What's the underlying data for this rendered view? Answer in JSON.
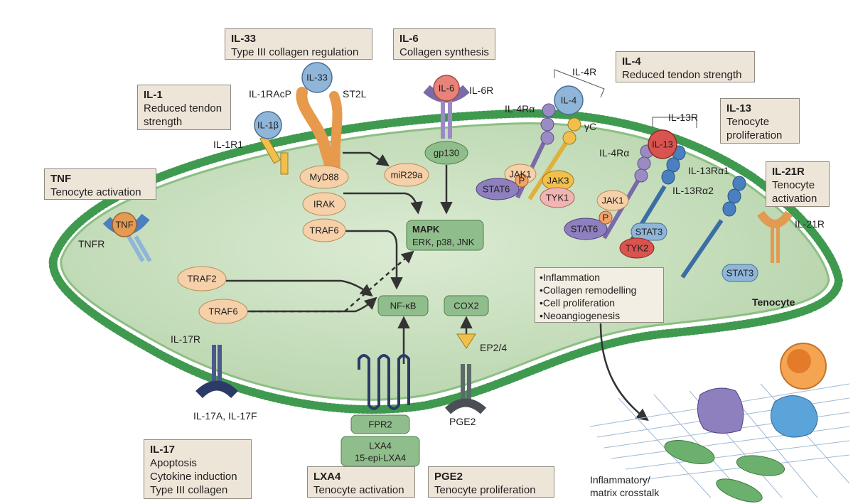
{
  "boxes": {
    "il33": {
      "title": "IL-33",
      "desc": "Type III collagen regulation"
    },
    "il6": {
      "title": "IL-6",
      "desc": "Collagen synthesis"
    },
    "il4": {
      "title": "IL-4",
      "desc": "Reduced tendon strength"
    },
    "il1": {
      "title": "IL-1",
      "desc": "Reduced tendon\nstrength"
    },
    "il13": {
      "title": "IL-13",
      "desc": "Tenocyte\nproliferation"
    },
    "tnf": {
      "title": "TNF",
      "desc": "Tenocyte activation"
    },
    "il21r": {
      "title": "IL-21R",
      "desc": "Tenocyte\nactivation"
    },
    "il17": {
      "title": "IL-17",
      "desc": "Apoptosis\nCytokine induction\nType III collagen"
    },
    "lxa4": {
      "title": "LXA4",
      "desc": "Tenocyte activation"
    },
    "pge2": {
      "title": "PGE2",
      "desc": "Tenocyte proliferation"
    }
  },
  "outcomes": [
    "Inflammation",
    "Collagen remodelling",
    "Cell proliferation",
    "Neoangiogenesis"
  ],
  "labels": {
    "il33": "IL-33",
    "il1racp": "IL-1RAcP",
    "st2l": "ST2L",
    "il1b": "IL-1β",
    "il1r1": "IL-1R1",
    "myd88": "MyD88",
    "irak": "IRAK",
    "traf6a": "TRAF6",
    "mir29a": "miR29a",
    "il6": "IL-6",
    "il6r": "IL-6R",
    "gp130": "gp130",
    "mapk_title": "MAPK",
    "mapk_sub": "ERK, p38, JNK",
    "tnf": "TNF",
    "tnfr": "TNFR",
    "traf2": "TRAF2",
    "traf6b": "TRAF6",
    "nfkb": "NF-κB",
    "il17r": "IL-17R",
    "il17af": "IL-17A, IL-17F",
    "fpr2": "FPR2",
    "lxa4": "LXA4",
    "epi": "15-epi-LXA4",
    "cox2": "COX2",
    "ep24": "EP2/4",
    "pge2": "PGE2",
    "il4r": "IL-4R",
    "il4": "IL-4",
    "il4ra": "IL-4Rα",
    "gc": "γC",
    "jak1": "JAK1",
    "jak3": "JAK3",
    "stat6": "STAT6",
    "tyk1": "TYK1",
    "p": "P",
    "il13r": "IL-13R",
    "il4ra2": "IL-4Rα",
    "il13": "IL-13",
    "il13ra1": "IL-13Rα1",
    "il13ra2": "IL-13Rα2",
    "jak1b": "JAK1",
    "stat6b": "STAT6",
    "stat3": "STAT3",
    "tyk2": "TYK2",
    "il21r": "IL-21R",
    "stat3b": "STAT3",
    "tenocyte": "Tenocyte",
    "crosstalk1": "Inflammatory/",
    "crosstalk2": "matrix crosstalk"
  },
  "colors": {
    "cell_fill": "#c9dfc0",
    "membrane": "#4aa35a",
    "node_peach": "#f6d0a9",
    "node_green": "#8fbd8c",
    "blue": "#8fb6d9",
    "red": "#d9534f",
    "purple": "#8e7fbf",
    "gold": "#f1c04c",
    "box_bg": "#ede6d8"
  }
}
